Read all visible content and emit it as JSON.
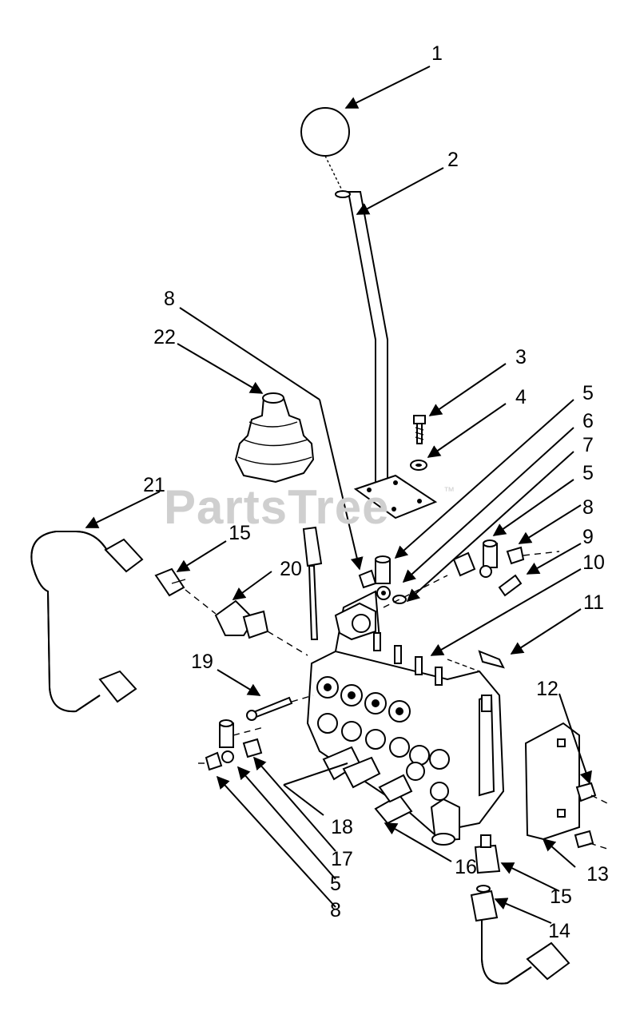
{
  "watermark": {
    "text": "PartsTree",
    "mark": "™"
  },
  "callouts": [
    {
      "label": "1"
    },
    {
      "label": "2"
    },
    {
      "label": "3"
    },
    {
      "label": "4"
    },
    {
      "label": "5"
    },
    {
      "label": "6"
    },
    {
      "label": "7"
    },
    {
      "label": "5"
    },
    {
      "label": "8"
    },
    {
      "label": "9"
    },
    {
      "label": "10"
    },
    {
      "label": "11"
    },
    {
      "label": "12"
    },
    {
      "label": "13"
    },
    {
      "label": "15"
    },
    {
      "label": "14"
    },
    {
      "label": "16"
    },
    {
      "label": "18"
    },
    {
      "label": "17"
    },
    {
      "label": "5"
    },
    {
      "label": "8"
    },
    {
      "label": "19"
    },
    {
      "label": "20"
    },
    {
      "label": "21"
    },
    {
      "label": "15"
    },
    {
      "label": "22"
    },
    {
      "label": "8"
    }
  ]
}
